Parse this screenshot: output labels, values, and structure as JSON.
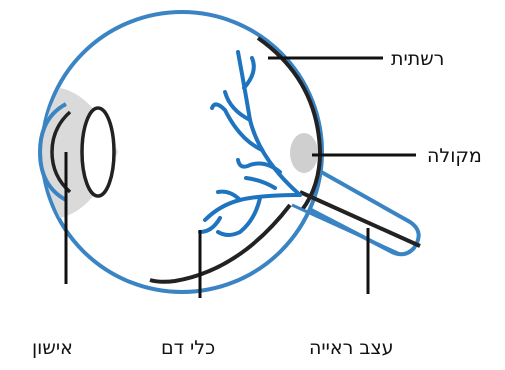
{
  "labels": {
    "retina": "רשתית",
    "macula": "מקולה",
    "pupil": "אישון",
    "blood_vessels": "כלי דם",
    "optic_nerve": "עצב ראייה"
  },
  "colors": {
    "eye_fill": "#ffffff",
    "sclera_outline": "#3a84c4",
    "inner_outline": "#222222",
    "lens_area": "#dadada",
    "macula_spot": "#cfcfcf",
    "vessels": "#1f74c0",
    "leader_lines": "#111111"
  }
}
